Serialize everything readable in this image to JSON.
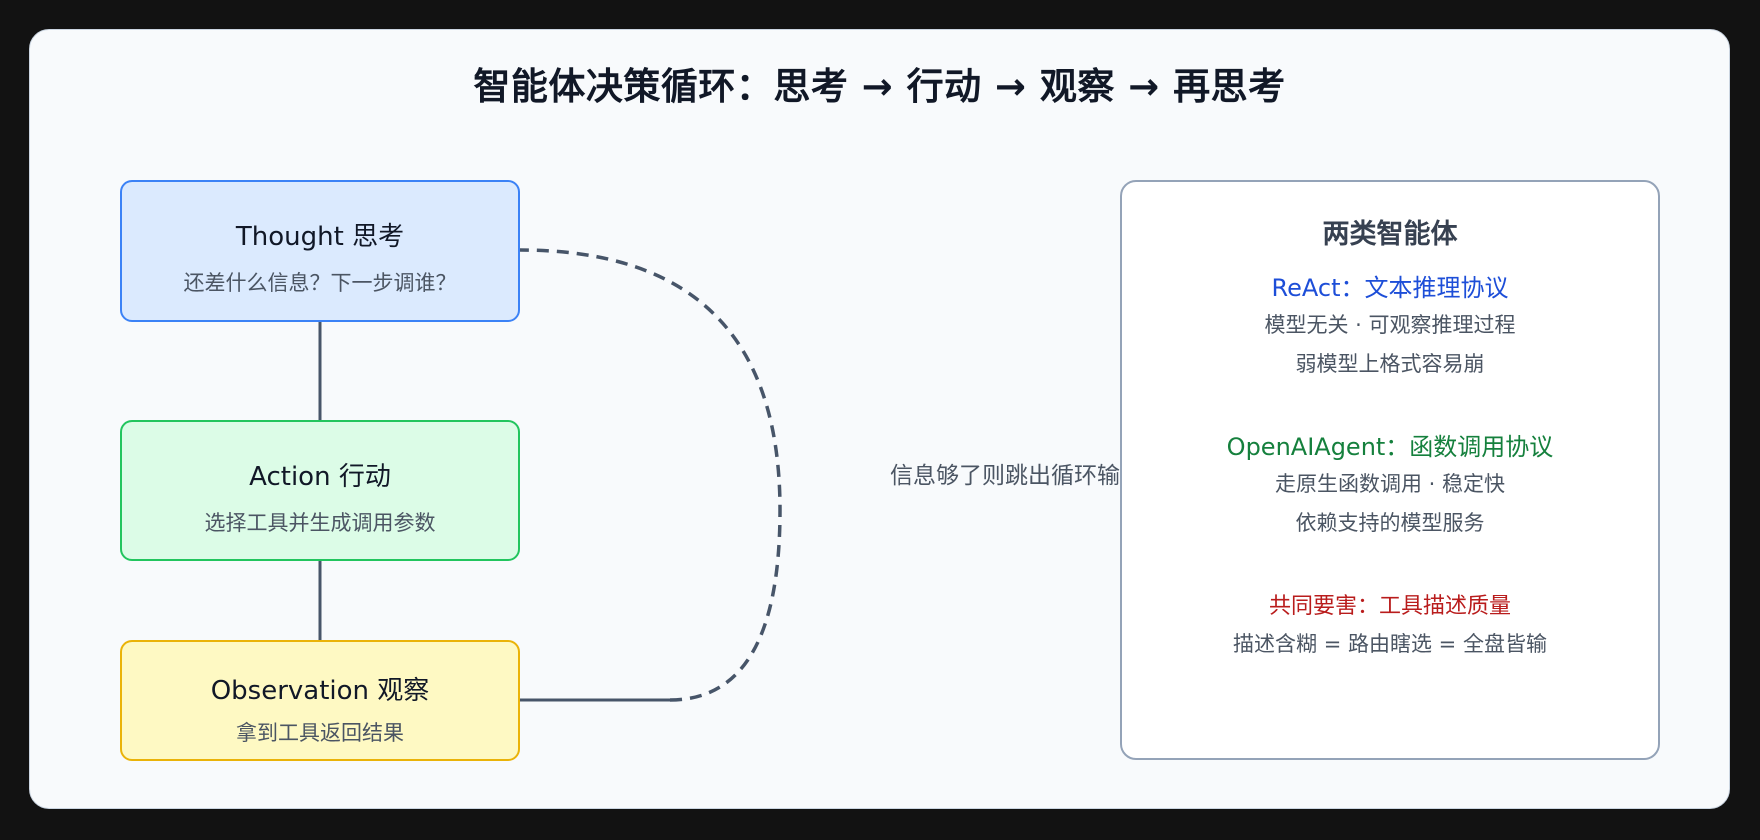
{
  "title": "智能体决策循环：思考 → 行动 → 观察 → 再思考",
  "nodes": {
    "thought": {
      "label": "Thought 思考",
      "desc": "还差什么信息？下一步调谁？"
    },
    "action": {
      "label": "Action 行动",
      "desc": "选择工具并生成调用参数"
    },
    "observation": {
      "label": "Observation 观察",
      "desc": "拿到工具返回结果"
    }
  },
  "exit_label": "信息够了则跳出循环输出答案",
  "panel": {
    "title": "两类智能体",
    "react": {
      "heading": "ReAct：文本推理协议",
      "line1": "模型无关 · 可观察推理过程",
      "line2": "弱模型上格式容易崩"
    },
    "openai": {
      "heading": "OpenAIAgent：函数调用协议",
      "line1": "走原生函数调用 · 稳定快",
      "line2": "依赖支持的模型服务"
    },
    "common": {
      "heading": "共同要害：工具描述质量",
      "line1": "描述含糊 = 路由瞎选 = 全盘皆输"
    }
  },
  "colors": {
    "thought_fill": "#dbeafe",
    "thought_border": "#3b82f6",
    "action_fill": "#dcfce7",
    "action_border": "#22c55e",
    "observation_fill": "#fef9c3",
    "observation_border": "#eab308",
    "react_heading": "#1d4ed8",
    "openai_heading": "#15803d",
    "common_heading": "#b91c1c",
    "connector": "#475569"
  }
}
